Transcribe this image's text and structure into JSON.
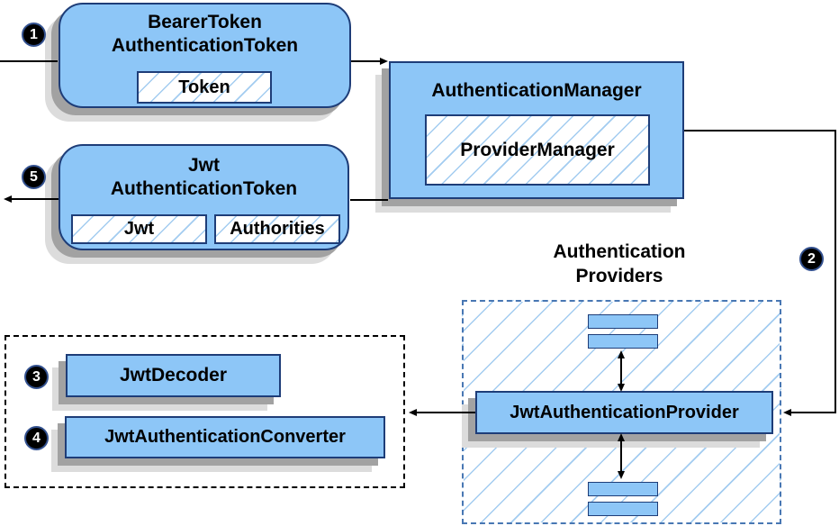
{
  "nodes": {
    "bearer_token": {
      "line1": "BearerToken",
      "line2": "AuthenticationToken",
      "chip": "Token"
    },
    "authentication_manager": {
      "title": "AuthenticationManager",
      "chip": "ProviderManager"
    },
    "jwt_authentication_token": {
      "line1": "Jwt",
      "line2": "AuthenticationToken",
      "chip_jwt": "Jwt",
      "chip_authorities": "Authorities"
    },
    "providers_group": {
      "line1": "Authentication",
      "line2": "Providers"
    },
    "jwt_authentication_provider": {
      "title": "JwtAuthenticationProvider"
    },
    "jwt_decoder": {
      "title": "JwtDecoder"
    },
    "jwt_authentication_converter": {
      "title": "JwtAuthenticationConverter"
    }
  },
  "steps": {
    "one": "1",
    "two": "2",
    "three": "3",
    "four": "4",
    "five": "5"
  },
  "colors": {
    "node_fill": "#8dc6f7",
    "node_border": "#1e3d78",
    "hatch": "#a3ccf0",
    "arrow": "#000000",
    "providers_border": "#4877b3",
    "group_border": "#000000",
    "badge_bg": "#000000",
    "badge_text": "#ffffff",
    "shadow_dark": "#a2a2a2",
    "shadow_light": "#dcdcdc"
  }
}
